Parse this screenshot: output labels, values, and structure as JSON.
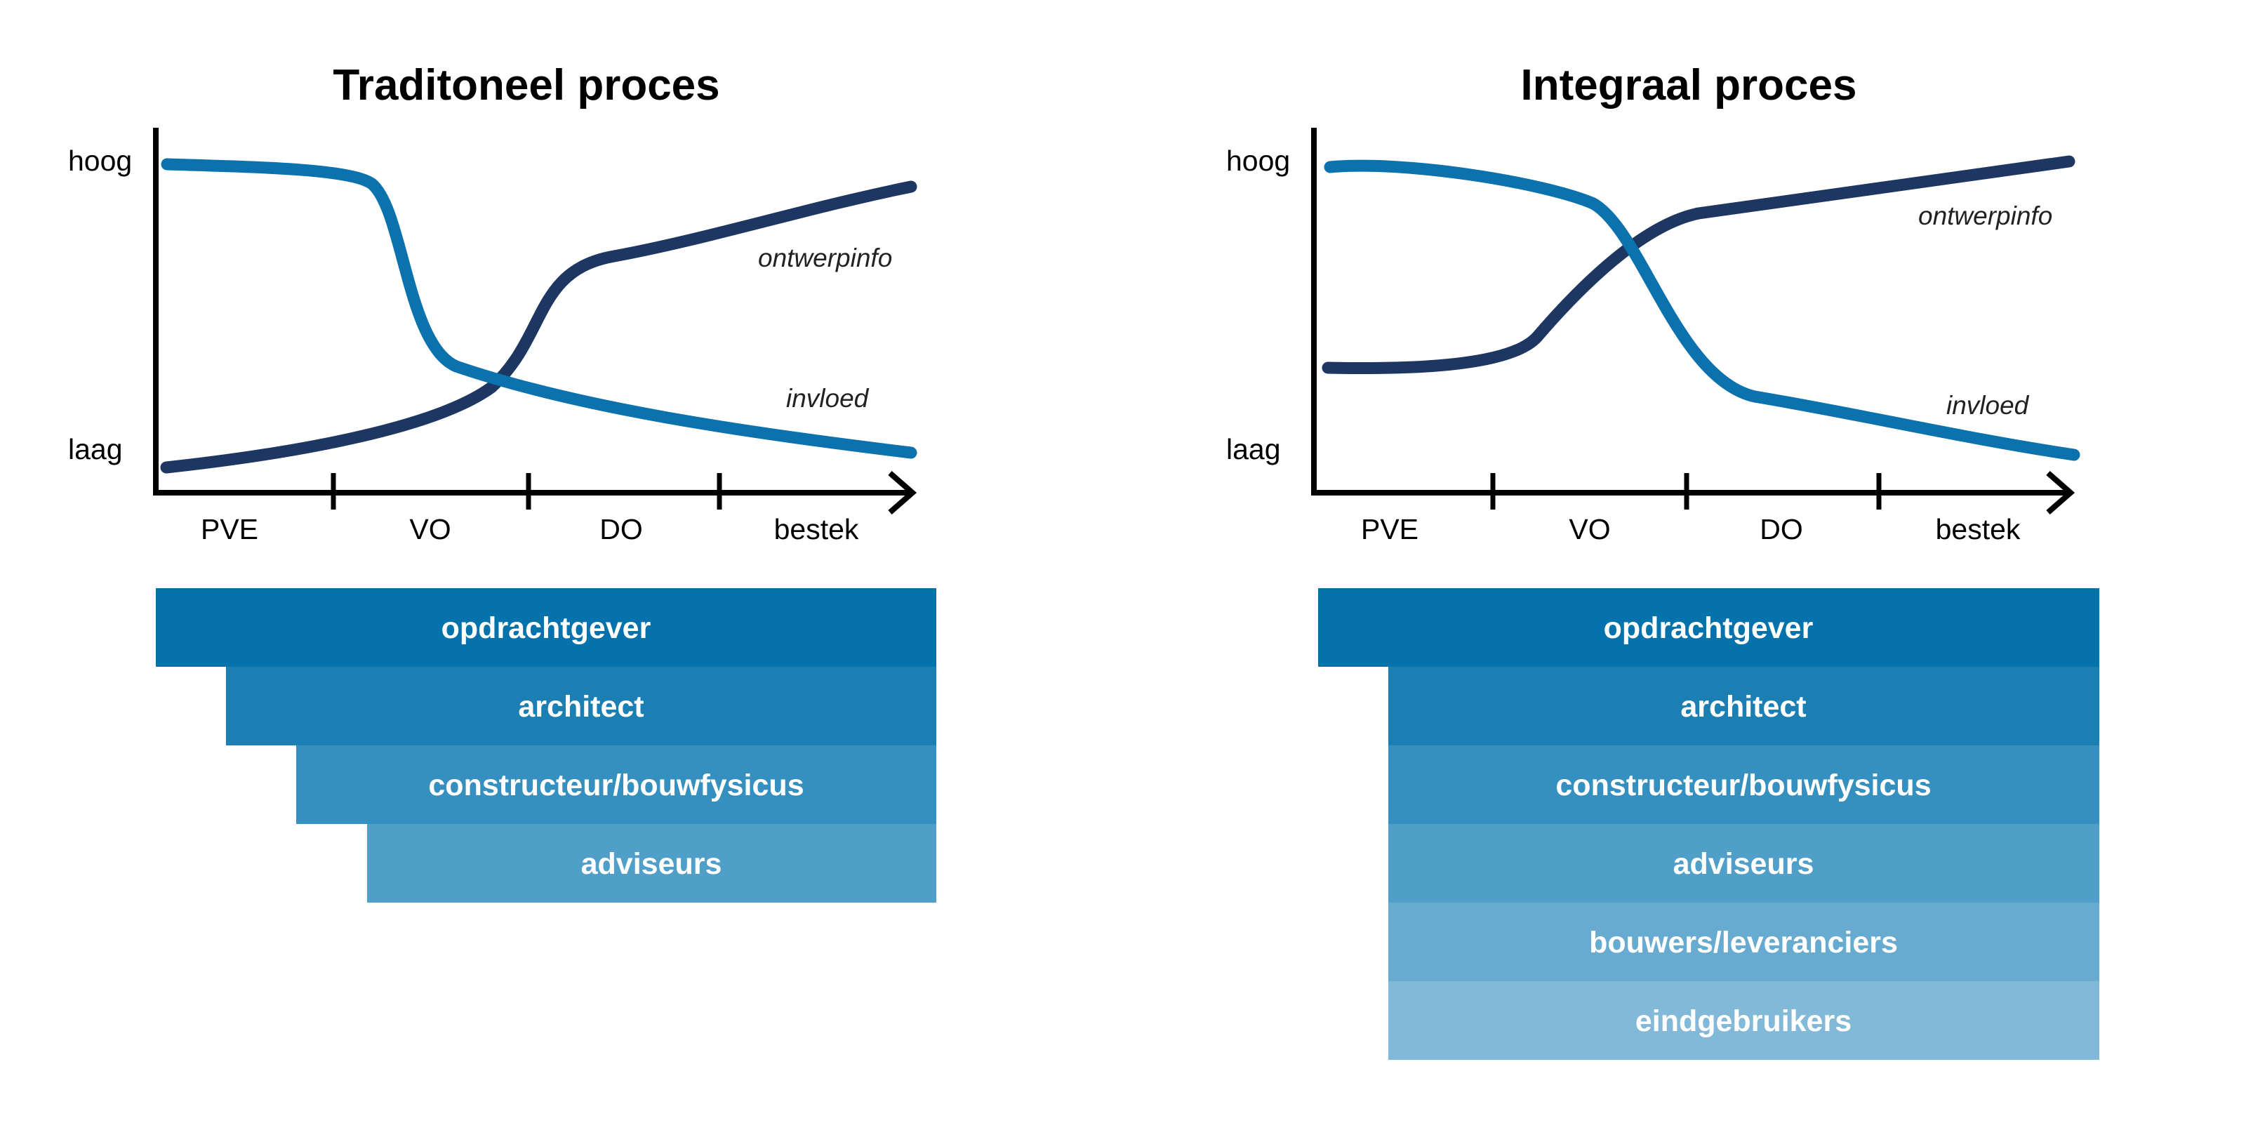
{
  "colors": {
    "invloed": "#0b72ad",
    "ontwerpinfo": "#1e3762",
    "axis": "#000000"
  },
  "panels": [
    {
      "title": "Traditoneel proces",
      "y_labels": {
        "top": "hoog",
        "bottom": "laag"
      },
      "phases": [
        "PVE",
        "VO",
        "DO",
        "bestek"
      ],
      "curve_labels": {
        "ontwerpinfo": "ontwerpinfo",
        "invloed": "invloed"
      },
      "roles": [
        {
          "label": "opdrachtgever",
          "color": "#0572ab"
        },
        {
          "label": "architect",
          "color": "#1b7fb4"
        },
        {
          "label": "constructeur/bouwfysicus",
          "color": "#3590c0"
        },
        {
          "label": "adviseurs",
          "color": "#4f9fc9"
        }
      ]
    },
    {
      "title": "Integraal proces",
      "y_labels": {
        "top": "hoog",
        "bottom": "laag"
      },
      "phases": [
        "PVE",
        "VO",
        "DO",
        "bestek"
      ],
      "curve_labels": {
        "ontwerpinfo": "ontwerpinfo",
        "invloed": "invloed"
      },
      "roles": [
        {
          "label": "opdrachtgever",
          "color": "#0572ab"
        },
        {
          "label": "architect",
          "color": "#1b7fb4"
        },
        {
          "label": "constructeur/bouwfysicus",
          "color": "#3590c0"
        },
        {
          "label": "adviseurs",
          "color": "#4f9fc9"
        },
        {
          "label": "bouwers/leveranciers",
          "color": "#68abd0"
        },
        {
          "label": "eindgebruikers",
          "color": "#82b9d8"
        }
      ]
    }
  ]
}
